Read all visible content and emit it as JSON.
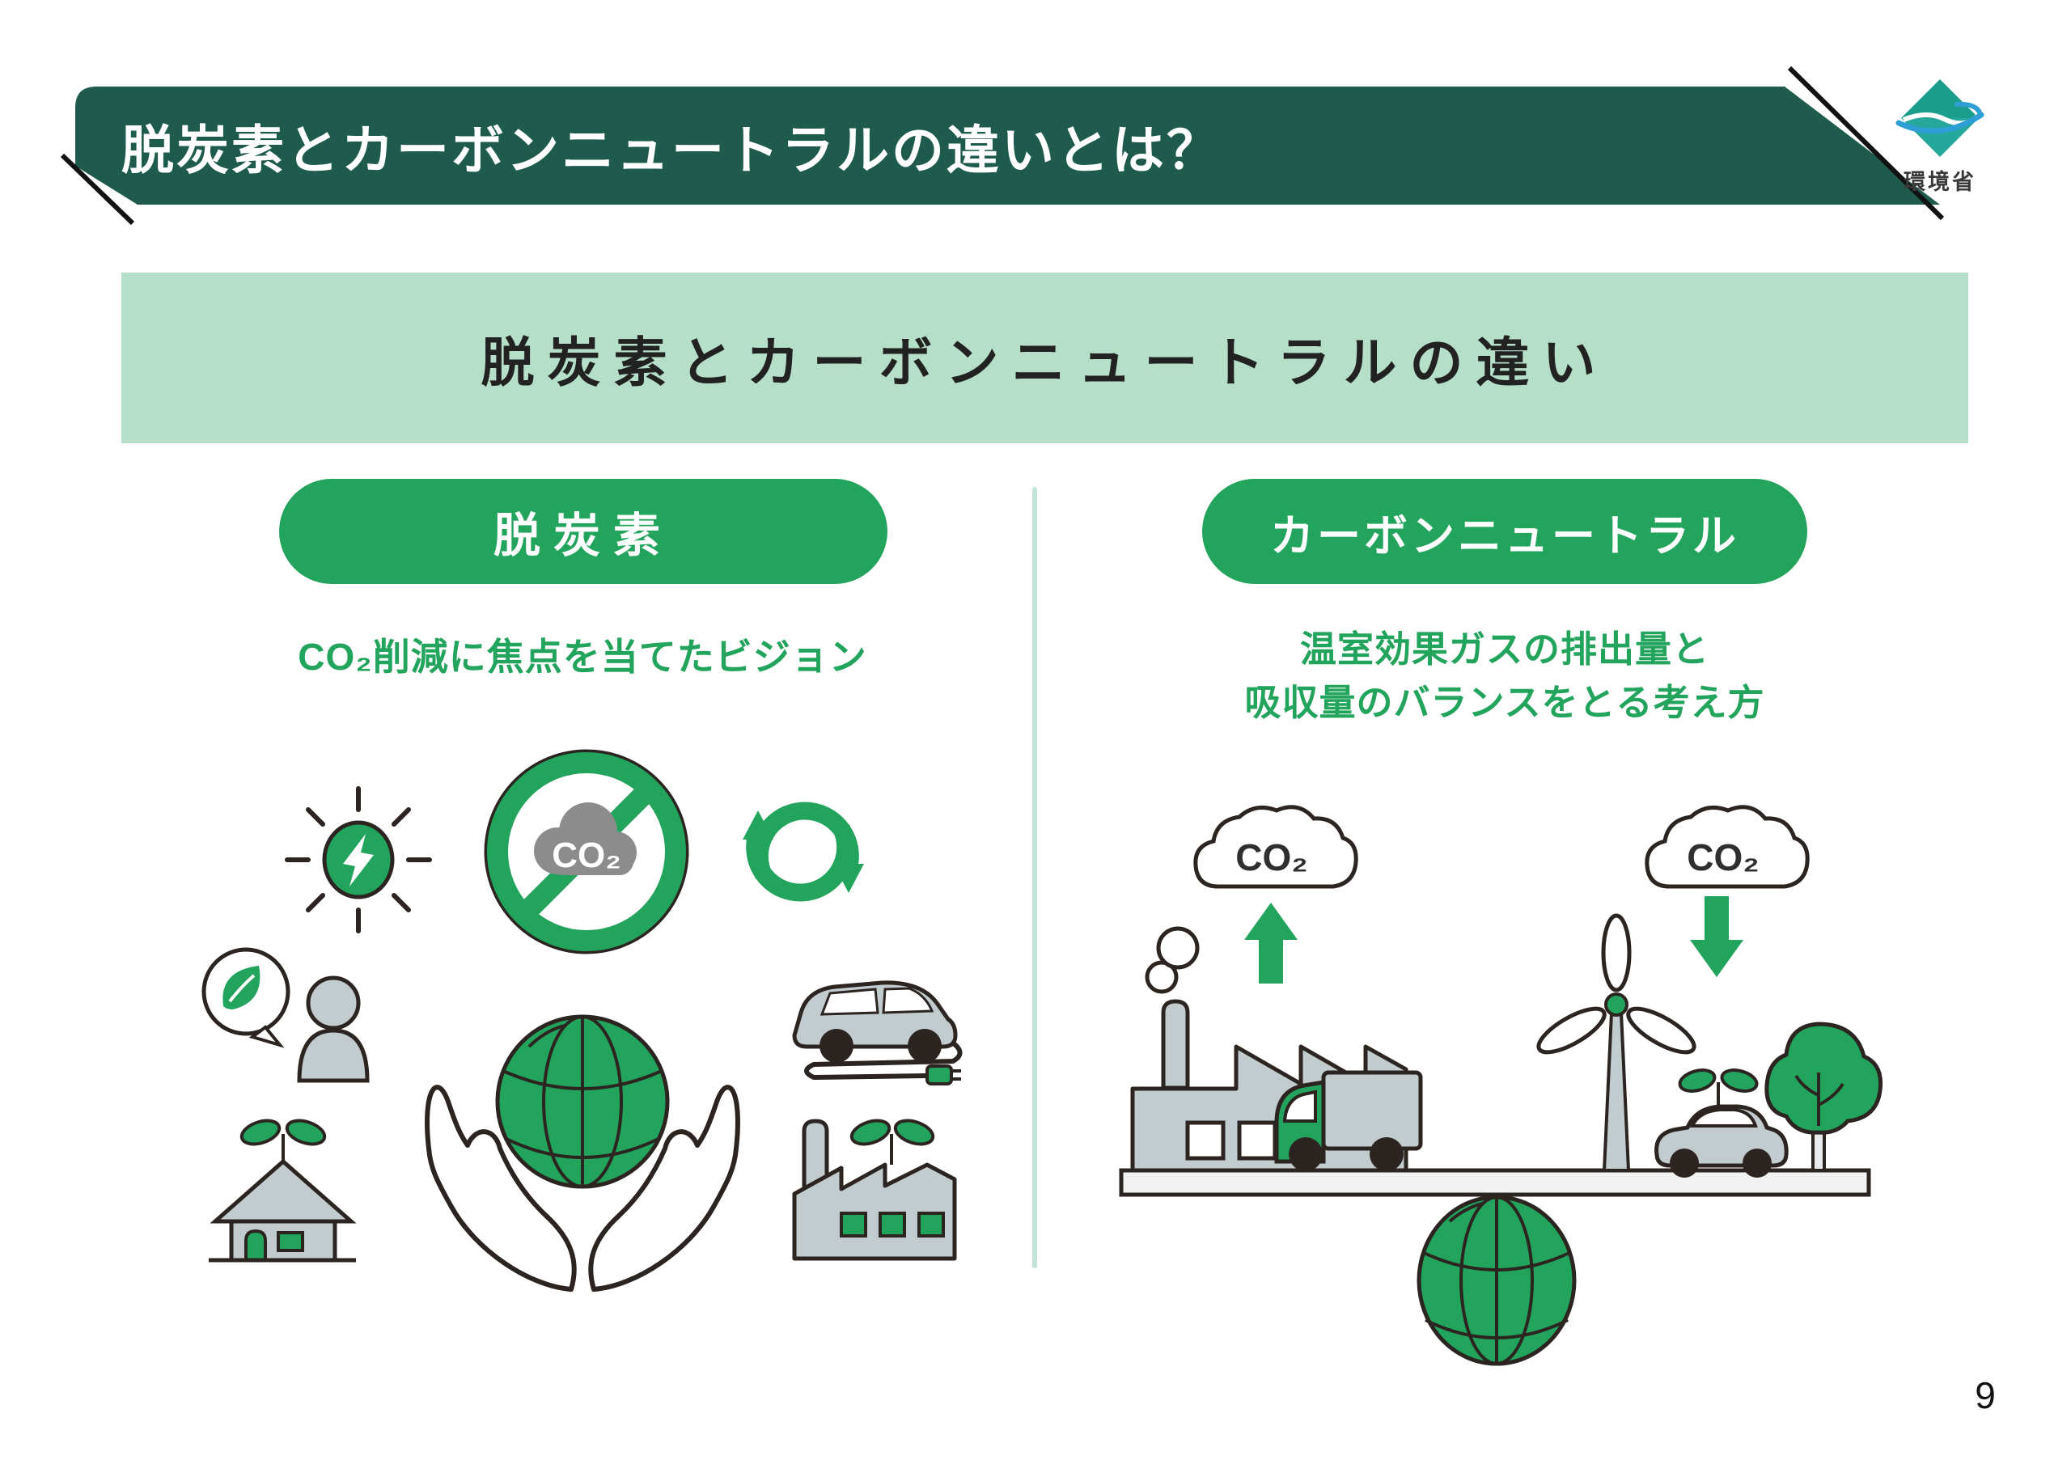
{
  "header": {
    "title": "脱炭素とカーボンニュートラルの違いとは？",
    "logo": {
      "name": "環境省"
    }
  },
  "section_banner": {
    "title": "脱炭素とカーボンニュートラルの違い"
  },
  "left_panel": {
    "badge": "脱炭素",
    "caption": "CO₂削減に焦点を当てたビジョン",
    "no_co2_sign_label": "CO₂"
  },
  "right_panel": {
    "badge": "カーボンニュートラル",
    "caption_line1": "温室効果ガスの排出量と",
    "caption_line2": "吸収量のバランスをとる考え方",
    "emission_cloud_label": "CO₂",
    "absorption_cloud_label": "CO₂"
  },
  "footer": {
    "page_number": "9"
  },
  "colors": {
    "header_green": "#1e5b4c",
    "accent_green": "#23a45d",
    "band_green": "#b5dfc9",
    "divider_green": "#c2e4d6",
    "illustration_gray": "#c2cbce",
    "cloud_gray": "#8c8c8c",
    "outline": "#2b2420",
    "logo_teal": "#1a9e8b",
    "logo_blue": "#2e9fd4"
  }
}
